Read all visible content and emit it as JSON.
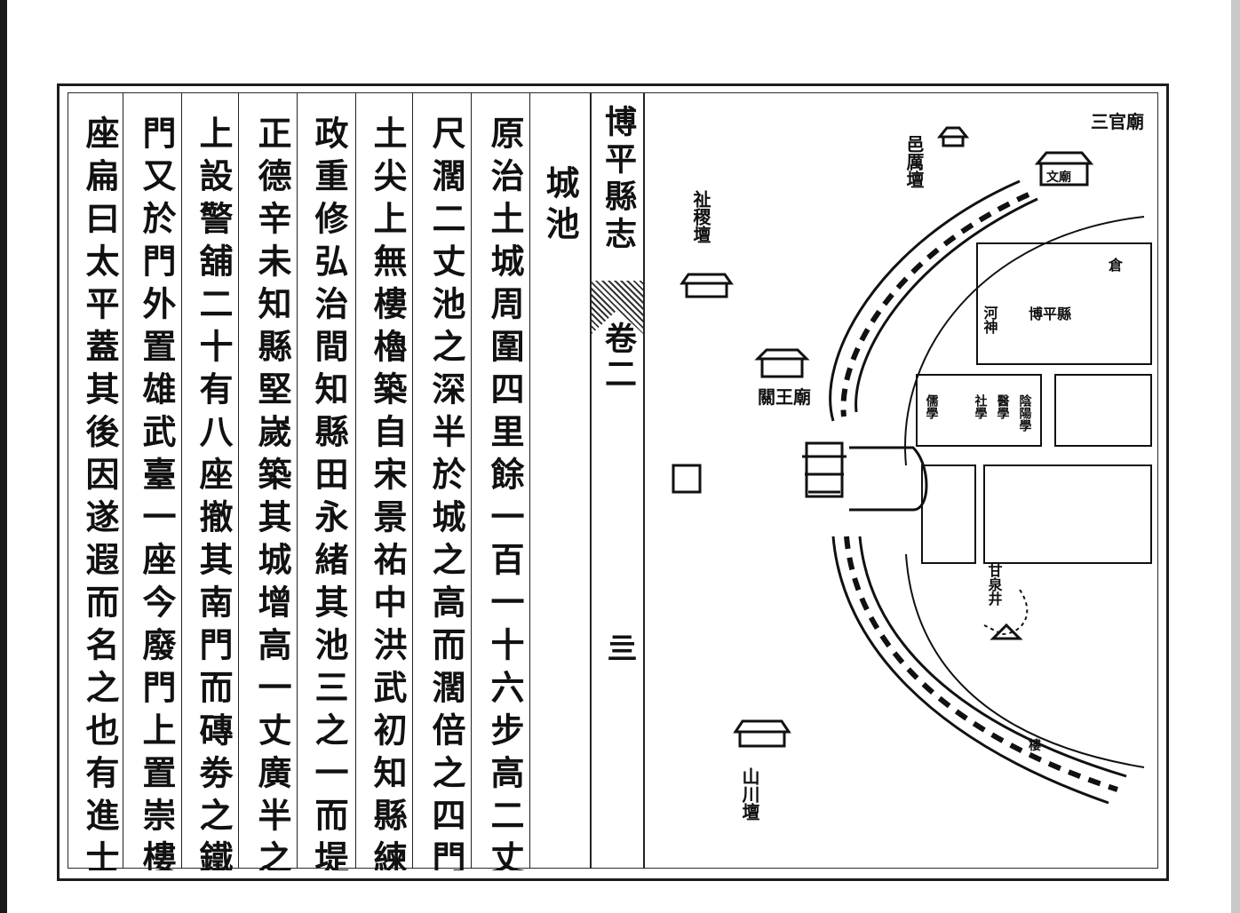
{
  "book": {
    "title": "博平縣志",
    "volume": "卷二",
    "page_number": "亖",
    "section_heading": "城池"
  },
  "columns": [
    "原治土城周圍四里餘一百一十六步高二丈五",
    "尺濶二丈池之深半於城之高而濶倍之四門俱",
    "土尖上無樓櫓築自宋景祐中洪武初知縣練宗",
    "政重修弘治間知縣田永緒其池三之一而堤之",
    "正德辛未知縣堅嵗築其城增高一丈廣半之城",
    "上設警舖二十有八座撤其南門而磚劵之鐵其",
    "門又於門外置雄武臺一座今廢門上置崇樓一",
    "座扁曰太平蓋其後因遂遐而名之也有進士吳"
  ],
  "map_labels": {
    "top_altar": "邑厲壇",
    "top_temple": "三官廟",
    "inner_temple": "文廟",
    "ward_shrine": "祉稷壇",
    "guan_temple": "關王廟",
    "river_god": "河神",
    "office_yamen": "博平縣",
    "granary": "倉",
    "school_1": "陰陽學",
    "school_2": "醫學",
    "school_3": "社學",
    "school_4": "儒學",
    "mountain_altar": "山川壇",
    "spring_well": "甘泉井",
    "tower_label": "樓"
  }
}
